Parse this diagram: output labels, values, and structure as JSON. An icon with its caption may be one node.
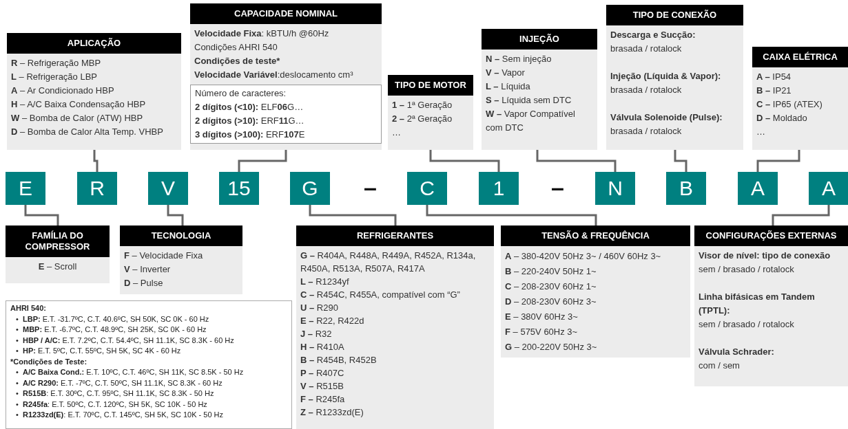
{
  "diagram": {
    "nodes": [
      {
        "text": [
          "APLICAÇÃO",
          "**R** – Refrigeração MBP",
          "**L** – Refrigeração LBP",
          "**A** – Ar Condicionado HBP",
          "**H** – A/C Baixa Condensação HBP",
          "**W** – Bomba de Calor  (ATW) HBP",
          "**D** – Bomba de Calor Alta Temp. VHBP"
        ]
      },
      {
        "text": [
          "CAPACIDADE NOMINAL",
          "**Velocidade Fixa**: kBTU/h @60Hz",
          "Condições AHRI 540",
          "Condições de teste*",
          "**Velocidade Variável**:deslocamento cm³"
        ]
      },
      {
        "text": [
          "Número de caracteres:",
          "**2 dígitos (<10):** ELF**06**G…",
          "**2 dígitos (>10):** ERF**11**G…",
          "**3 dígitos (>100):** ERF**107**E"
        ],
        "in": 1
      },
      {
        "text": [
          "TIPO DE MOTOR",
          "**1 –** 1ª Geração",
          "**2 –** 2ª Geração",
          "…"
        ]
      },
      {
        "text": [
          "INJEÇÃO",
          "**N –** Sem injeção",
          "**V –** Vapor",
          "**L –** Líquida",
          "**S –** Líquida sem DTC",
          "**W –**  Vapor Compatível com DTC"
        ]
      },
      {
        "text": [
          "TIPO DE CONEXÃO",
          "Descarga e Sucção:",
          "brasada / rotalock",
          "Injeção (Líquida & Vapor):",
          "brasada / rotalock",
          "Válvula Solenoide (Pulse):",
          "brasada / rotalock"
        ]
      },
      {
        "text": [
          "CAIXA ELÉTRICA",
          "**A –** IP54",
          "**B –** IP21",
          "**C –** IP65 (ATEX)",
          "**D –** Moldado",
          "…"
        ]
      },
      {
        "text": [
          "E"
        ]
      },
      {
        "text": [
          "R"
        ]
      },
      {
        "text": [
          "V"
        ]
      },
      {
        "text": [
          "15"
        ]
      },
      {
        "text": [
          "G"
        ]
      },
      {
        "text": [
          "C"
        ]
      },
      {
        "text": [
          "1"
        ]
      },
      {
        "text": [
          "N"
        ]
      },
      {
        "text": [
          "B"
        ]
      },
      {
        "text": [
          "A"
        ]
      },
      {
        "text": [
          "A"
        ]
      },
      {
        "text": [
          "FAMÍLIA DO COMPRESSOR",
          "**E** – Scroll"
        ]
      },
      {
        "text": [
          "TECNOLOGIA",
          "**F** – Velocidade Fixa",
          "**V** – Inverter",
          "**D** – Pulse"
        ]
      },
      {
        "text": [
          "REFRIGERANTES",
          "**G –** R404A, R448A, R449A, R452A, R134a, R450A, R513A, R507A, R417A",
          "**L –** R1234yf",
          "**C –** R454C, R455A, compatível com “G”",
          "**U –** R290",
          "**E –** R22, R422d",
          "**J –** R32",
          "**H –** R410A",
          "**B –** R454B, R452B",
          "**P –** R407C",
          "**V –** R515B",
          "**F –** R245fa",
          "**Z –** R1233zd(E)"
        ]
      },
      {
        "text": [
          "TENSÃO & FREQUÊNCIA",
          "**A** – 380-420V 50Hz 3~ / 460V 60Hz 3~",
          "**B** – 220-240V 50Hz 1~",
          "**C** – 208-230V 60Hz 1~",
          "**D** – 208-230V 60Hz 3~",
          "**E** – 380V 60Hz 3~",
          "**F** – 575V 60Hz 3~",
          "**G** – 200-220V 50Hz 3~"
        ]
      },
      {
        "text": [
          "CONFIGURAÇÕES EXTERNAS",
          "**Visor de nível:** tipo de conexão",
          "sem / brasado / rotalock",
          "Linha bifásicas em Tandem (TPTL):",
          "sem / brasado / rotalock",
          "Válvula Schrader:",
          "com / sem"
        ]
      },
      {
        "text": [
          "AHRI 540:",
          "•  **LBP:** E.T. -31.7ºC, C.T. 40.6ºC, SH 50K, SC 0K - 60 Hz",
          "•  **MBP:** E.T. -6.7ºC, C.T. 48.9ºC, SH 25K, SC 0K - 60 Hz",
          "•  **HBP / A/C:** E.T. 7.2ºC, C.T. 54.4ºC, SH 11.1K, SC 8.3K - 60 Hz",
          "•  **HP:** E.T. 5ºC, C.T. 55ºC, SH 5K, SC 4K - 60 Hz",
          "*Condições de Teste:",
          "•  **A/C Baixa Cond.:** E.T. 10ºC, C.T. 46ºC, SH 11K, SC 8.5K - 50 Hz",
          "•  **A/C R290:** E.T. -7ºC, C.T. 50ºC, SH 11.1K, SC 8.3K - 60 Hz",
          "•  **R515B**: E.T. 30ºC, C.T. 95ºC, SH 11.1K, SC 8.3K - 50 Hz",
          "•  **R245fa**: E.T. 50ºC, C.T. 120ºC, SH 5K, SC 10K - 50 Hz",
          "•  **R1233zd(E)**: E.T. 70ºC, C.T. 145ºC, SH 5K, SC 10K - 50 Hz"
        ]
      }
    ],
    "edges": [
      {
        "from": 7,
        "to": 18,
        "arrow": "none"
      },
      {
        "from": 8,
        "to": 0,
        "arrow": "none"
      },
      {
        "from": 9,
        "to": 19,
        "arrow": "none"
      },
      {
        "from": 10,
        "to": 1,
        "arrow": "none"
      },
      {
        "from": 11,
        "to": 20,
        "arrow": "none"
      },
      {
        "from": 12,
        "to": 21,
        "arrow": "none"
      },
      {
        "from": 13,
        "to": 3,
        "arrow": "none"
      },
      {
        "from": 14,
        "to": 4,
        "arrow": "none"
      },
      {
        "from": 15,
        "to": 5,
        "arrow": "none"
      },
      {
        "from": 16,
        "to": 6,
        "arrow": "none"
      },
      {
        "from": 17,
        "to": 22,
        "arrow": "none"
      }
    ],
    "labels": [
      "–",
      "–"
    ]
  }
}
